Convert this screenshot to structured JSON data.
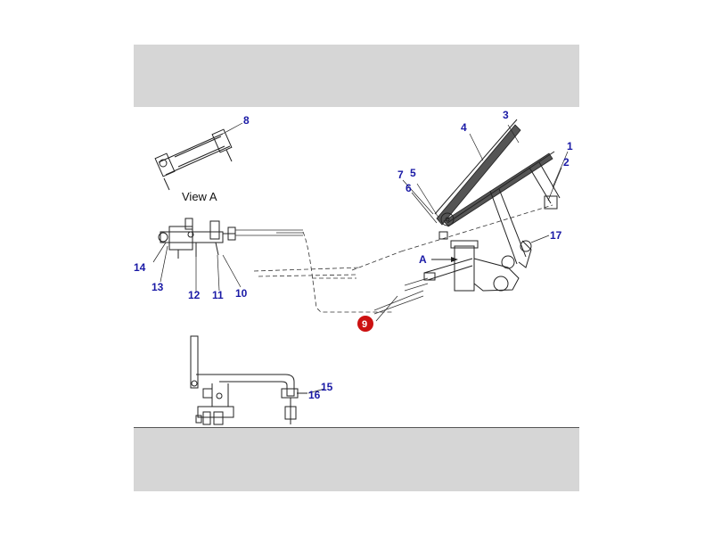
{
  "view_caption": "View A",
  "arrow_label": "A",
  "callouts": {
    "c1": "1",
    "c2": "2",
    "c3": "3",
    "c4": "4",
    "c5": "5",
    "c6": "6",
    "c7": "7",
    "c8": "8",
    "c10": "10",
    "c11": "11",
    "c12": "12",
    "c13": "13",
    "c14": "14",
    "c15": "15",
    "c16": "16",
    "c17": "17"
  },
  "highlighted_callout": "9",
  "colors": {
    "callout": "#1a1aa6",
    "highlight": "#cc1111",
    "band": "#d6d6d6"
  }
}
